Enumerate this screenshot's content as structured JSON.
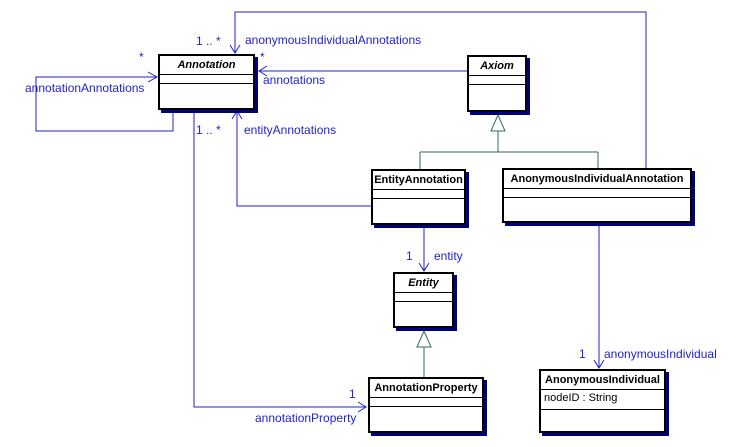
{
  "diagram": {
    "type": "uml-class-diagram",
    "background_color": "#ffffff",
    "colors": {
      "association_line": "#2222cc",
      "generalization_line": "#336666",
      "box_border": "#000000",
      "box_fill": "#ffffff",
      "box_shadow": "#000080",
      "label_text": "#2222cc",
      "class_title_text": "#000000"
    },
    "classes": [
      {
        "name": "Annotation",
        "abstract": true,
        "attributes": []
      },
      {
        "name": "Axiom",
        "abstract": true,
        "attributes": []
      },
      {
        "name": "EntityAnnotation",
        "abstract": false,
        "attributes": []
      },
      {
        "name": "AnonymousIndividualAnnotation",
        "abstract": false,
        "attributes": []
      },
      {
        "name": "Entity",
        "abstract": true,
        "attributes": []
      },
      {
        "name": "AnnotationProperty",
        "abstract": false,
        "attributes": []
      },
      {
        "name": "AnonymousIndividual",
        "abstract": false,
        "attributes": [
          "nodeID : String"
        ]
      }
    ],
    "associations": [
      {
        "name": "annotationAnnotations",
        "multiplicity": "*",
        "from": "Annotation",
        "to": "Annotation"
      },
      {
        "name": "anonymousIndividualAnnotations",
        "multiplicity": "1 .. *",
        "from": "AnonymousIndividualAnnotation",
        "to": "Annotation"
      },
      {
        "name": "annotations",
        "multiplicity": "*",
        "from": "Axiom",
        "to": "Annotation"
      },
      {
        "name": "entityAnnotations",
        "multiplicity": "1 .. *",
        "from": "EntityAnnotation",
        "to": "Annotation"
      },
      {
        "name": "entity",
        "multiplicity": "1",
        "from": "EntityAnnotation",
        "to": "Entity"
      },
      {
        "name": "annotationProperty",
        "multiplicity": "1",
        "from": "Annotation",
        "to": "AnnotationProperty"
      },
      {
        "name": "anonymousIndividual",
        "multiplicity": "1",
        "from": "AnonymousIndividualAnnotation",
        "to": "AnonymousIndividual"
      }
    ],
    "generalizations": [
      {
        "parent": "Axiom",
        "children": [
          "EntityAnnotation",
          "AnonymousIndividualAnnotation"
        ]
      },
      {
        "parent": "Entity",
        "children": [
          "AnnotationProperty"
        ]
      }
    ]
  }
}
